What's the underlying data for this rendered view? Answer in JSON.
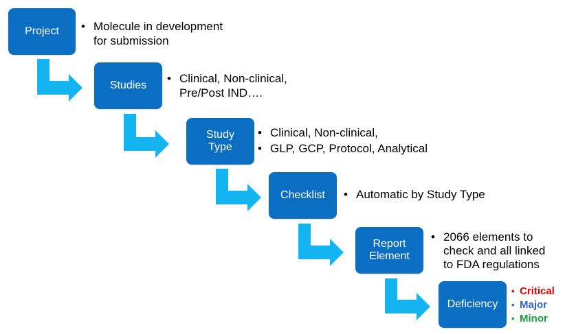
{
  "colors": {
    "box_fill": "#0a6fc2",
    "box_text": "#ffffff",
    "arrow": "#14b4f0",
    "critical": "#e00000",
    "major": "#3366cc",
    "minor": "#1b9e3a"
  },
  "steps": [
    {
      "label": "Project",
      "bullets": [
        "Molecule in development\nfor submission"
      ]
    },
    {
      "label": "Studies",
      "bullets": [
        "Clinical, Non-clinical,\nPre/Post IND…."
      ]
    },
    {
      "label": "Study\nType",
      "bullets": [
        "Clinical, Non-clinical,",
        "GLP, GCP, Protocol, Analytical"
      ]
    },
    {
      "label": "Checklist",
      "bullets": [
        "Automatic by Study Type"
      ]
    },
    {
      "label": "Report\nElement",
      "bullets": [
        "2066 elements to\ncheck and all linked\nto FDA regulations"
      ]
    },
    {
      "label": "Deficiency",
      "severities": [
        "Critical",
        "Major",
        "Minor"
      ]
    }
  ]
}
